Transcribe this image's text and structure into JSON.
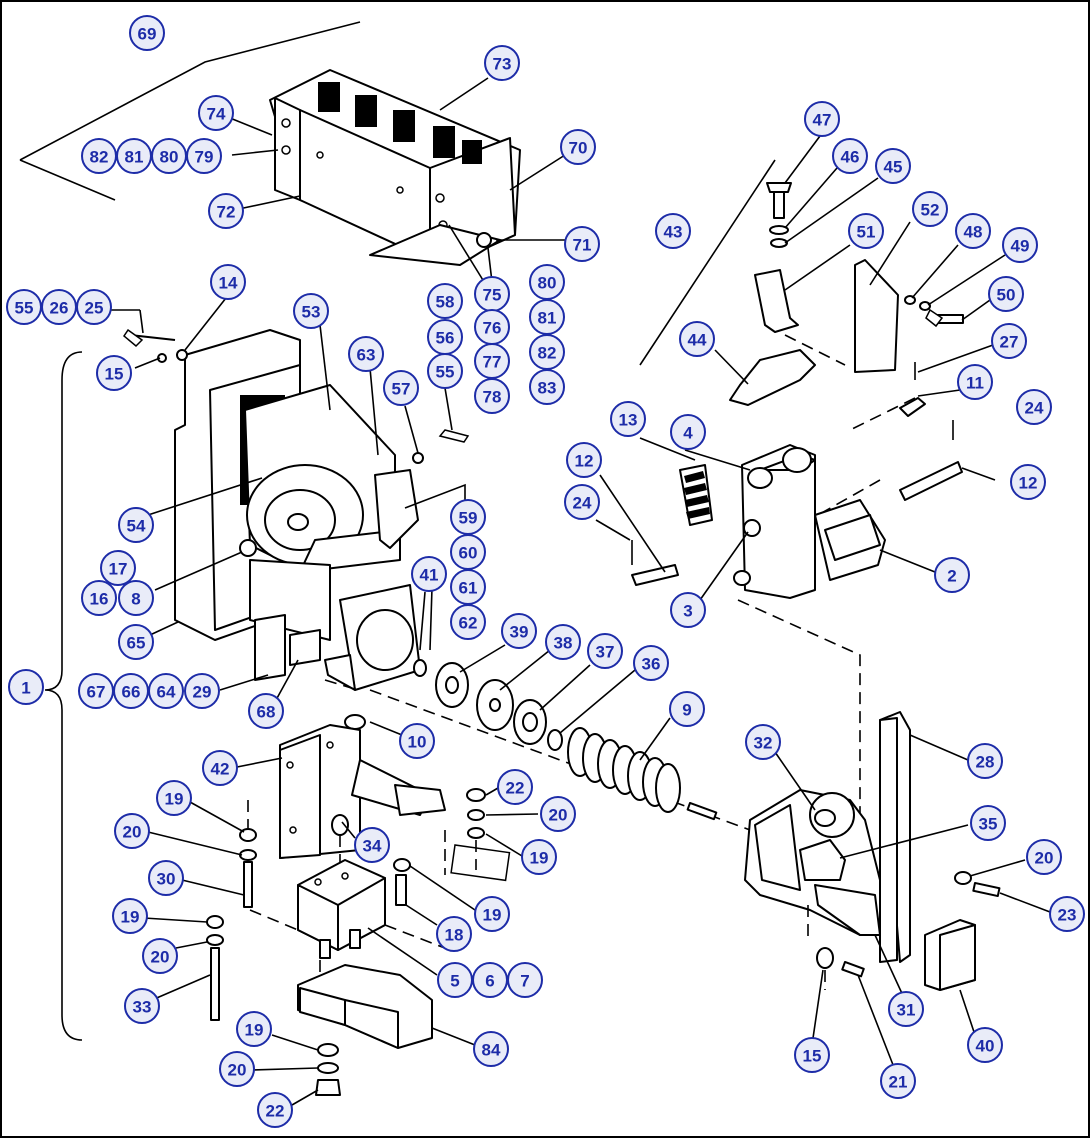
{
  "callouts": [
    {
      "label": "69"
    },
    {
      "label": "73"
    },
    {
      "label": "74"
    },
    {
      "label": "82"
    },
    {
      "label": "81"
    },
    {
      "label": "80"
    },
    {
      "label": "79"
    },
    {
      "label": "70"
    },
    {
      "label": "72"
    },
    {
      "label": "71"
    },
    {
      "label": "80"
    },
    {
      "label": "75"
    },
    {
      "label": "76"
    },
    {
      "label": "77"
    },
    {
      "label": "78"
    },
    {
      "label": "81"
    },
    {
      "label": "82"
    },
    {
      "label": "83"
    },
    {
      "label": "58"
    },
    {
      "label": "56"
    },
    {
      "label": "55"
    },
    {
      "label": "55"
    },
    {
      "label": "26"
    },
    {
      "label": "25"
    },
    {
      "label": "14"
    },
    {
      "label": "15"
    },
    {
      "label": "53"
    },
    {
      "label": "63"
    },
    {
      "label": "57"
    },
    {
      "label": "47"
    },
    {
      "label": "46"
    },
    {
      "label": "45"
    },
    {
      "label": "43"
    },
    {
      "label": "52"
    },
    {
      "label": "51"
    },
    {
      "label": "48"
    },
    {
      "label": "49"
    },
    {
      "label": "50"
    },
    {
      "label": "44"
    },
    {
      "label": "27"
    },
    {
      "label": "11"
    },
    {
      "label": "24"
    },
    {
      "label": "13"
    },
    {
      "label": "4"
    },
    {
      "label": "12"
    },
    {
      "label": "12"
    },
    {
      "label": "24"
    },
    {
      "label": "54"
    },
    {
      "label": "59"
    },
    {
      "label": "60"
    },
    {
      "label": "61"
    },
    {
      "label": "62"
    },
    {
      "label": "17"
    },
    {
      "label": "16"
    },
    {
      "label": "8"
    },
    {
      "label": "2"
    },
    {
      "label": "3"
    },
    {
      "label": "41"
    },
    {
      "label": "65"
    },
    {
      "label": "39"
    },
    {
      "label": "38"
    },
    {
      "label": "37"
    },
    {
      "label": "36"
    },
    {
      "label": "1"
    },
    {
      "label": "67"
    },
    {
      "label": "66"
    },
    {
      "label": "64"
    },
    {
      "label": "29"
    },
    {
      "label": "68"
    },
    {
      "label": "9"
    },
    {
      "label": "10"
    },
    {
      "label": "42"
    },
    {
      "label": "32"
    },
    {
      "label": "28"
    },
    {
      "label": "22"
    },
    {
      "label": "20"
    },
    {
      "label": "19"
    },
    {
      "label": "20"
    },
    {
      "label": "19"
    },
    {
      "label": "34"
    },
    {
      "label": "35"
    },
    {
      "label": "30"
    },
    {
      "label": "20"
    },
    {
      "label": "19"
    },
    {
      "label": "23"
    },
    {
      "label": "19"
    },
    {
      "label": "18"
    },
    {
      "label": "20"
    },
    {
      "label": "5"
    },
    {
      "label": "6"
    },
    {
      "label": "7"
    },
    {
      "label": "33"
    },
    {
      "label": "31"
    },
    {
      "label": "40"
    },
    {
      "label": "19"
    },
    {
      "label": "84"
    },
    {
      "label": "20"
    },
    {
      "label": "15"
    },
    {
      "label": "21"
    },
    {
      "label": "22"
    }
  ]
}
